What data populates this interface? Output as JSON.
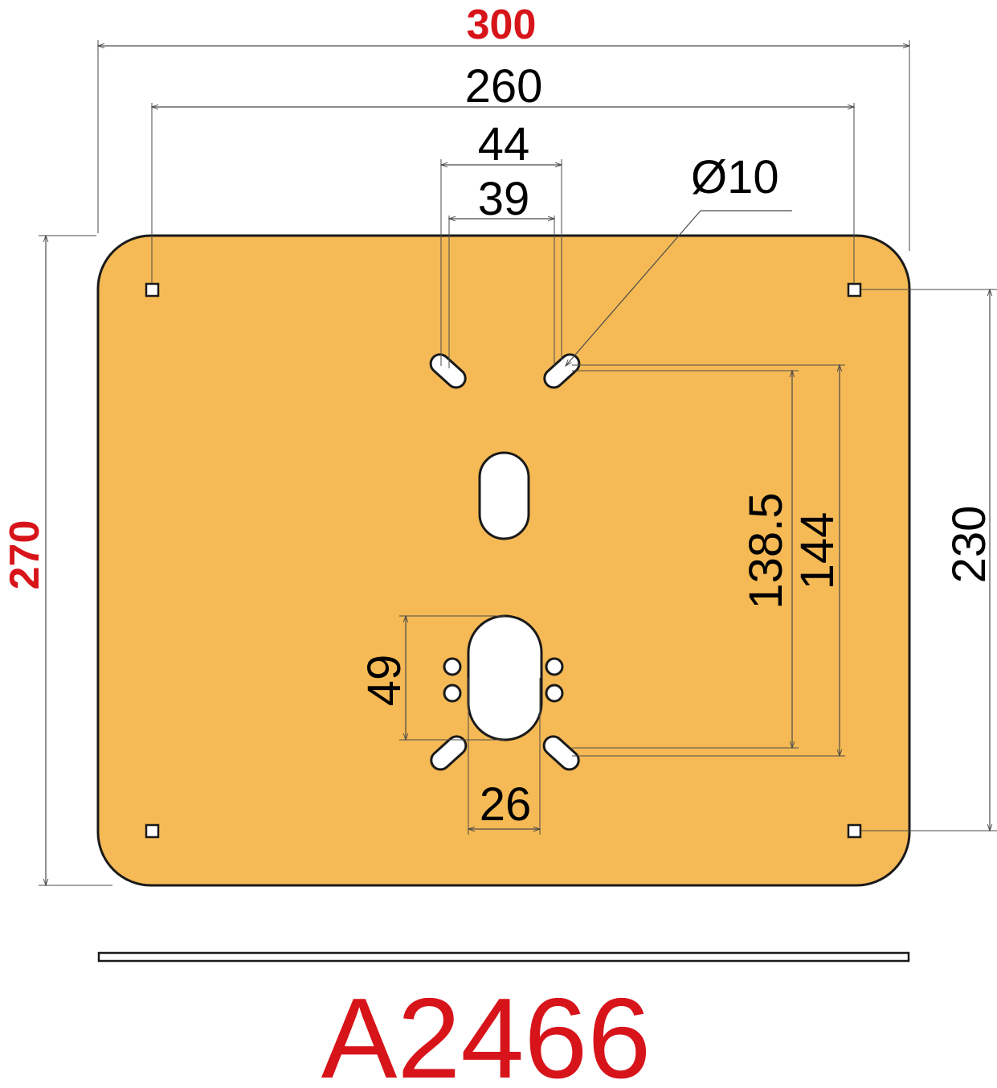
{
  "part": {
    "code": "A2466",
    "plate_color": "#F5BA55",
    "accent_color": "#D7141A",
    "outline_color": "#1a1a1a"
  },
  "dimensions": {
    "overall_width": "300",
    "overall_height": "270",
    "hole_spacing_horizontal": "260",
    "hole_spacing_vertical": "230",
    "slot_outer_spacing": "44",
    "slot_inner_spacing": "39",
    "hole_diameter": "Ø10",
    "slot_vertical_inner": "138.5",
    "slot_vertical_outer": "144",
    "oval_height": "49",
    "oval_width": "26"
  }
}
